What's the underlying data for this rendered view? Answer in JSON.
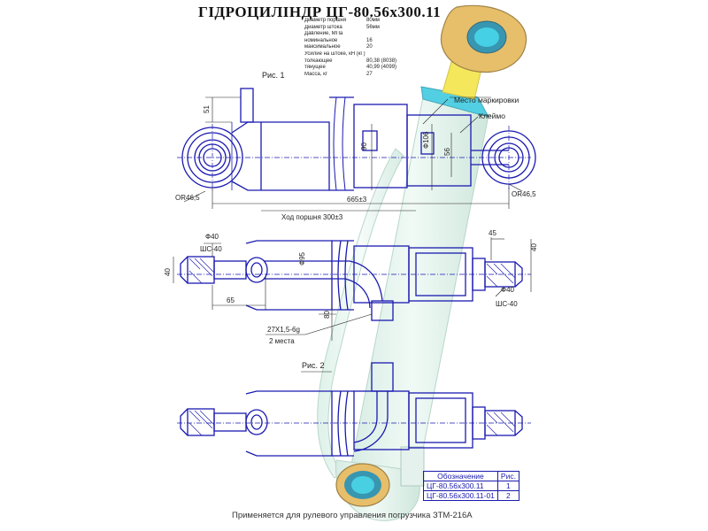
{
  "title": "ГІДРОЦИЛІНДР ЦГ-80.56х300.11",
  "specs": [
    {
      "label": "Диаметр поршня",
      "value": "80мм"
    },
    {
      "label": "Диаметр штока",
      "value": "56мм"
    },
    {
      "label": "Давление, МПа",
      "value": ""
    },
    {
      "label": "номинальное",
      "value": "16"
    },
    {
      "label": "максимальное",
      "value": "20"
    },
    {
      "label": "Усилие на штоке, кН (кГ)",
      "value": ""
    },
    {
      "label": "толкающее",
      "value": "80,38 (8038)"
    },
    {
      "label": "тянущее",
      "value": "40,99 (4099)"
    },
    {
      "label": "Масса, кг",
      "value": "27"
    }
  ],
  "figure_labels": {
    "fig1": "Рис. 1",
    "fig2": "Рис. 2"
  },
  "callouts": {
    "marking_place": "Место маркировки",
    "mark_label": "Клеймо"
  },
  "dimensions": {
    "d_51": "51",
    "d_90": "90",
    "d_phi106": "Ф106",
    "d_56": "56",
    "r_left": "ОR46,5",
    "r_right": "ОR46,5",
    "length": "665±3",
    "stroke": "Ход поршня 300±3",
    "phi40_left": "Ф40",
    "shs_left": "ШС-40",
    "h_40_left": "40",
    "d_65": "65",
    "phi95": "Ф95",
    "d_80": "80",
    "thread": "27Х1,5-6g",
    "places": "2 места",
    "d_45": "45",
    "h_40_right": "40",
    "phi40_right": "Ф40",
    "shs_right": "ШС-40"
  },
  "legend_table": {
    "headers": [
      "Обозначение",
      "Рис."
    ],
    "rows": [
      [
        "ЦГ-80.56х300.11",
        "1"
      ],
      [
        "ЦГ-80.56х300.11-01",
        "2"
      ]
    ]
  },
  "footer": "Применяется для рулевого управления погрузчика ЗТМ-216А",
  "colors": {
    "line": "#1a1ab0",
    "body": "#e3f3ec",
    "eye_ring": "#e2b04a",
    "yellow": "#f2e238",
    "cyan": "#2ec5de",
    "text": "#111111"
  }
}
